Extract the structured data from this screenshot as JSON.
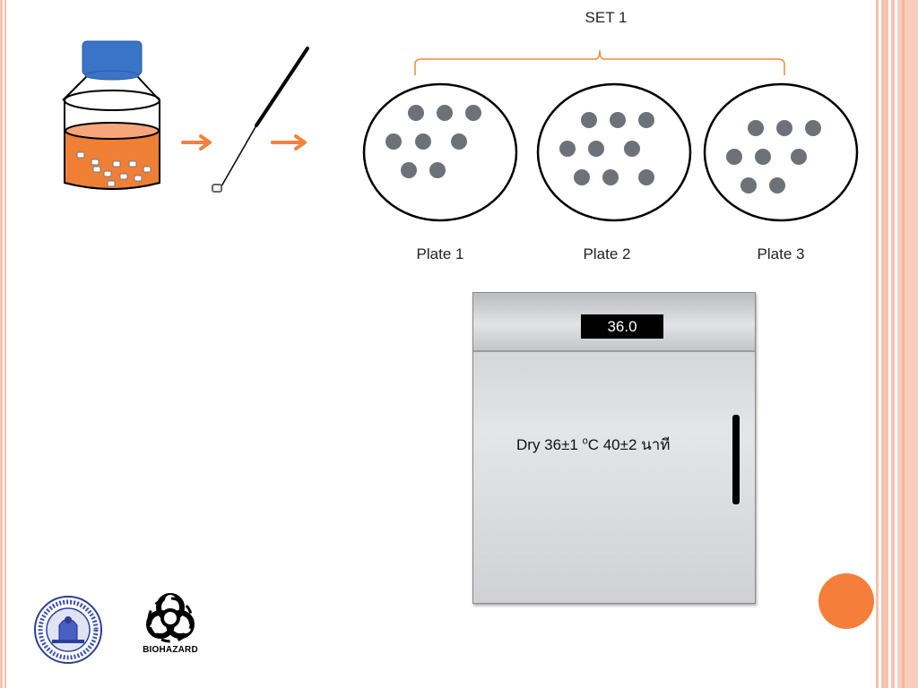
{
  "diagram": {
    "set_label": "SET 1",
    "plates": [
      {
        "label": "Plate 1"
      },
      {
        "label": "Plate 2"
      },
      {
        "label": "Plate 3"
      }
    ],
    "incubator": {
      "display_value": "36.0",
      "condition_text_before": "Dry 36±1 ",
      "condition_degree": "o",
      "condition_text_after": "C 40±2 นาที"
    },
    "biohazard_label": "BIOHAZARD"
  },
  "colors": {
    "accent_orange": "#F57F3A",
    "arrow_orange": "#F5813E",
    "bracket_orange": "#F08A3C",
    "colony_gray": "#6D7278",
    "bottle_cap_blue": "#3A74C8",
    "stripe_pink": "#F7C2AF"
  },
  "icons": [
    "bottle-icon",
    "arrow-right-icon",
    "swab-icon",
    "petri-dish-icon",
    "incubator-icon",
    "seal-logo-icon",
    "biohazard-icon"
  ]
}
